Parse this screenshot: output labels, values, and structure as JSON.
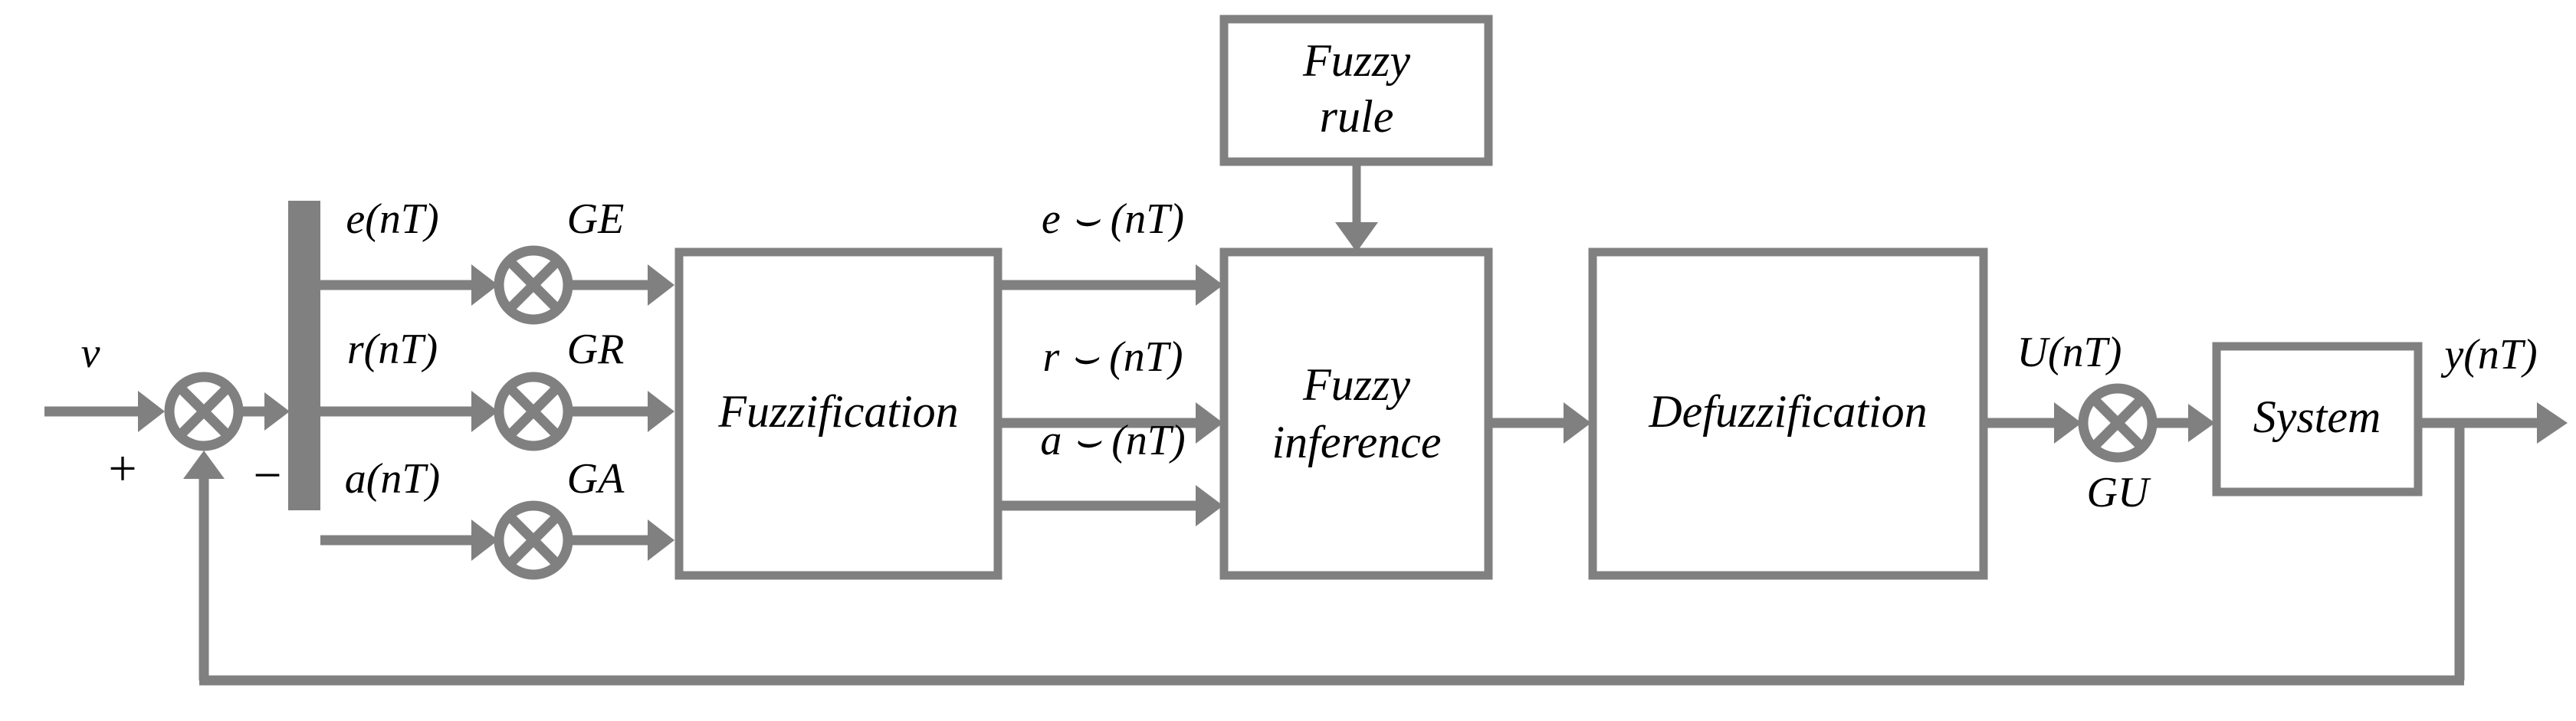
{
  "diagram": {
    "title": "Fuzzy logic control system block diagram",
    "colors": {
      "line": "#808080",
      "text": "#000000",
      "background": "#ffffff"
    },
    "blocks": [
      {
        "id": "fuzzification",
        "label": "Fuzzification"
      },
      {
        "id": "fuzzy-rule",
        "label_line1": "Fuzzy",
        "label_line2": "rule"
      },
      {
        "id": "fuzzy-inference",
        "label_line1": "Fuzzy",
        "label_line2": "inference"
      },
      {
        "id": "defuzzification",
        "label": "Defuzzification"
      },
      {
        "id": "system",
        "label": "System"
      }
    ],
    "gains": [
      {
        "id": "ge",
        "label": "GE"
      },
      {
        "id": "gr",
        "label": "GR"
      },
      {
        "id": "ga",
        "label": "GA"
      },
      {
        "id": "gu",
        "label": "GU"
      }
    ],
    "signals": {
      "input": "v",
      "error_e": "e(nT)",
      "error_r": "r(nT)",
      "error_a": "a(nT)",
      "fuzzy_e": "e ⌣ (nT)",
      "fuzzy_r": "r ⌣ (nT)",
      "fuzzy_a": "a ⌣ (nT)",
      "control": "U(nT)",
      "output": "y(nT)"
    },
    "summing_junction": {
      "plus_sign": "+",
      "minus_sign": "−"
    }
  }
}
